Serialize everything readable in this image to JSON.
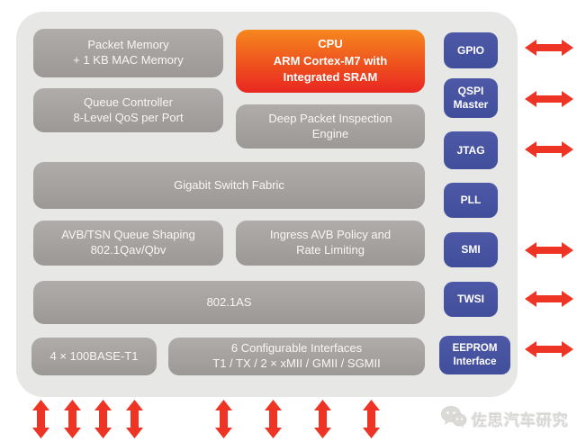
{
  "diagram": {
    "blocks": {
      "packet_memory": {
        "label": "Packet Memory\n+ 1 KB MAC Memory"
      },
      "queue_controller": {
        "label": "Queue Controller\n8-Level QoS per Port"
      },
      "cpu": {
        "label": "CPU\nARM Cortex-M7 with\nIntegrated SRAM"
      },
      "dpi": {
        "label": "Deep Packet Inspection\nEngine"
      },
      "switch_fabric": {
        "label": "Gigabit Switch Fabric"
      },
      "avb_tsn": {
        "label": "AVB/TSN Queue Shaping\n802.1Qav/Qbv"
      },
      "ingress_avb": {
        "label": "Ingress AVB Policy and\nRate Limiting"
      },
      "dot1as": {
        "label": "802.1AS"
      },
      "base_t1": {
        "label": "4 × 100BASE-T1"
      },
      "interfaces": {
        "label": "6 Configurable Interfaces\nT1 / TX / 2 × xMII / GMII / SGMII"
      }
    },
    "peripherals": {
      "gpio": {
        "label": "GPIO"
      },
      "qspi": {
        "label": "QSPI\nMaster"
      },
      "jtag": {
        "label": "JTAG"
      },
      "pll": {
        "label": "PLL"
      },
      "smi": {
        "label": "SMI"
      },
      "twsi": {
        "label": "TWSI"
      },
      "eeprom": {
        "label": "EEPROM\nInterface"
      }
    },
    "arrows": {
      "style": "red double-headed",
      "right_horizontal_count": 6,
      "bottom_vertical_count": 8
    },
    "icons": {
      "h_arrow": "left-right-arrow-icon",
      "v_arrow": "up-down-arrow-icon",
      "watermark_logo": "wechat-logo-icon"
    },
    "colors": {
      "panel_bg": "#e7e8e5",
      "block_gray_top": "#b0acaa",
      "block_gray_bottom": "#9c9895",
      "cpu_orange_top": "#f6871e",
      "cpu_orange_bottom": "#e92620",
      "peripheral_blue": "#4652a0",
      "arrow_red": "#ee3424",
      "text_white": "#ffffff"
    },
    "watermark": {
      "text": "佐思汽车研究"
    }
  }
}
